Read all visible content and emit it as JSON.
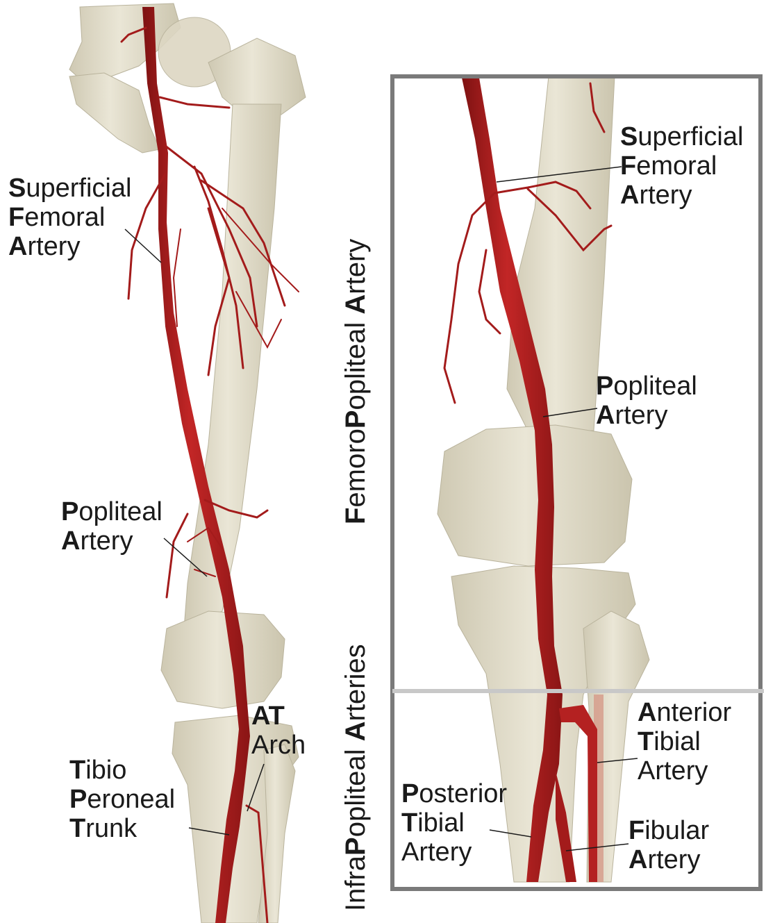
{
  "colors": {
    "bone": "#e6e1cf",
    "bone_shade": "#c9c3ad",
    "artery": "#b01f1f",
    "artery_dark": "#7e1212",
    "frame": "#7a7a7a",
    "divider": "#c8c8c8",
    "text": "#1a1a1a"
  },
  "left_panel": {
    "sfa": [
      {
        "initial": "S",
        "rest": "uperficial"
      },
      {
        "initial": "F",
        "rest": "emoral"
      },
      {
        "initial": "A",
        "rest": "rtery"
      }
    ],
    "popliteal": [
      {
        "initial": "P",
        "rest": "opliteal"
      },
      {
        "initial": "A",
        "rest": "rtery"
      }
    ],
    "at_arch": [
      {
        "initial": "AT",
        "rest": ""
      },
      {
        "initial": "",
        "rest": "Arch"
      }
    ],
    "tpt": [
      {
        "initial": "T",
        "rest": "ibio"
      },
      {
        "initial": "P",
        "rest": "eroneal"
      },
      {
        "initial": "T",
        "rest": "runk"
      }
    ]
  },
  "vertical_labels": {
    "femoropopliteal": {
      "prefix": "Femoro",
      "bold_p": "P",
      "mid": "opliteal ",
      "bold_a": "A",
      "suffix": "rtery",
      "bold_f": "F"
    },
    "infrapopliteal": {
      "prefix": "Infra",
      "bold_p": "P",
      "mid": "opliteal ",
      "bold_a": "A",
      "suffix": "rteries"
    }
  },
  "right_panel": {
    "sfa": [
      {
        "initial": "S",
        "rest": "uperficial"
      },
      {
        "initial": "F",
        "rest": "emoral"
      },
      {
        "initial": "A",
        "rest": "rtery"
      }
    ],
    "popliteal": [
      {
        "initial": "P",
        "rest": "opliteal"
      },
      {
        "initial": "A",
        "rest": "rtery"
      }
    ],
    "anterior_tibial": [
      {
        "initial": "A",
        "rest": "nterior"
      },
      {
        "initial": "T",
        "rest": "ibial"
      },
      {
        "initial": "",
        "rest": "Artery"
      }
    ],
    "posterior_tibial": [
      {
        "initial": "P",
        "rest": "osterior"
      },
      {
        "initial": "T",
        "rest": "ibial"
      },
      {
        "initial": "",
        "rest": "Artery"
      }
    ],
    "fibular": [
      {
        "initial": "F",
        "rest": "ibular"
      },
      {
        "initial": "A",
        "rest": "rtery"
      }
    ]
  }
}
